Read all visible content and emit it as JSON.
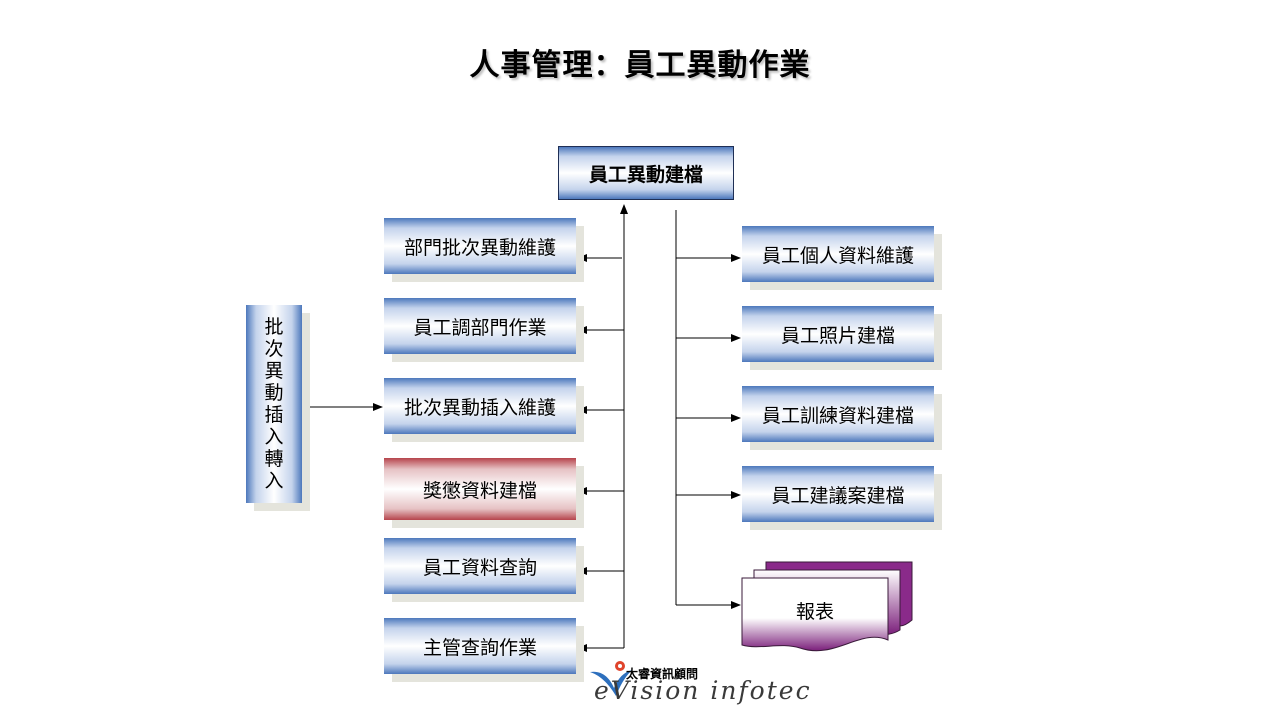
{
  "title": "人事管理：員工異動作業",
  "top_box": "員工異動建檔",
  "left_boxes": [
    "部門批次異動維護",
    "員工調部門作業",
    "批次異動插入維護",
    "獎懲資料建檔",
    "員工資料查詢",
    "主管查詢作業"
  ],
  "right_boxes": [
    "員工個人資料維護",
    "員工照片建檔",
    "員工訓練資料建檔",
    "員工建議案建檔"
  ],
  "report": "報表",
  "side_box": "批次異動插入轉入",
  "logo": {
    "chinese": "太睿資訊顧問",
    "english": "eVision infotec"
  },
  "colors": {
    "blue_edge": "#4d78bc",
    "red_edge": "#b6444c",
    "purple": "#7b1f7b",
    "shadow": "#e4e4dc"
  }
}
